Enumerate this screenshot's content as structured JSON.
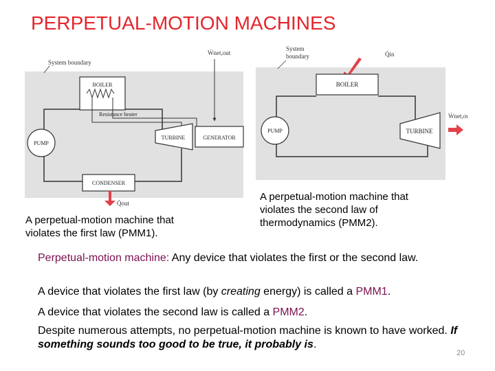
{
  "slide": {
    "title": "PERPETUAL-MOTION MACHINES",
    "page_number": "20"
  },
  "figure1": {
    "system_boundary_label": "System boundary",
    "w_label": "Ẇnet,out",
    "boiler_label": "BOILER",
    "resistance_heater_label": "Resistance heater",
    "pump_label": "PUMP",
    "turbine_label": "TURBINE",
    "generator_label": "GENERATOR",
    "condenser_label": "CONDENSER",
    "q_label": "Q̇out",
    "caption_line1": "A perpetual-motion machine that",
    "caption_line2": "violates the first law (PMM1)."
  },
  "figure2": {
    "system_boundary_label_line1": "System",
    "system_boundary_label_line2": "boundary",
    "q_label": "Q̇in",
    "boiler_label": "BOILER",
    "pump_label": "PUMP",
    "turbine_label": "TURBINE",
    "w_label": "Ẇnet,out",
    "caption_line1": "A perpetual-motion machine that",
    "caption_line2": "violates the second law of",
    "caption_line3": "thermodynamics (PMM2)."
  },
  "text": {
    "p1_term": "Perpetual-motion machine:",
    "p1_rest": " Any device that violates the first or the second law.",
    "p2_pre": "A device that violates the first law (by ",
    "p2_em": "creating",
    "p2_mid": " energy) is called a ",
    "p2_hl": "PMM1",
    "p2_end": ".",
    "p3_pre": "A device that violates the second law is called a ",
    "p3_hl": "PMM2",
    "p3_end": ".",
    "p4_pre": "Despite numerous attempts, no perpetual-motion machine is known to have worked. ",
    "p4_bold": "If something sounds too good to be true, it probably is",
    "p4_end": "."
  },
  "colors": {
    "title": "#e3262c",
    "highlight": "#7a1050",
    "arrow": "#e2414a",
    "diagram_bg": "#e1e1e1"
  }
}
